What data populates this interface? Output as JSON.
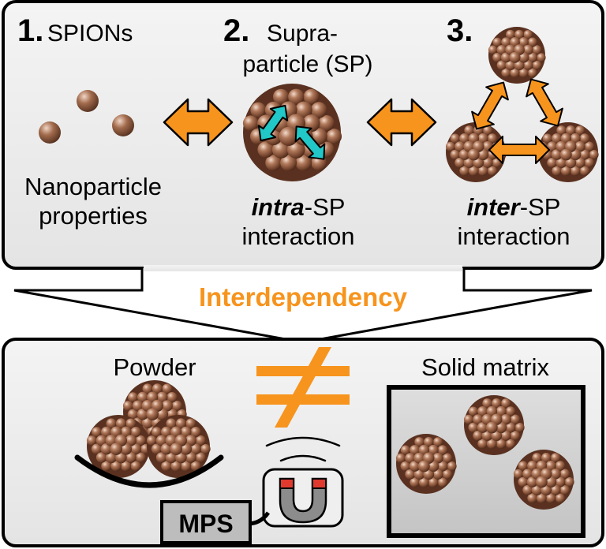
{
  "colors": {
    "panel_fill": "#eeeeee",
    "panel_stroke": "#000000",
    "arrow_orange": "#f7941d",
    "arrow_cyan": "#22c7c7",
    "particle_brown": "#8a5338",
    "particle_light": "#d9b19a",
    "matrix_fill": "#cfcfcf",
    "magnet_red": "#e03a2f",
    "magnet_gray": "#8c8c8c",
    "interdependency_text": "#f7941d"
  },
  "top_panel": {
    "step1": {
      "number": "1.",
      "title": "SPIONs",
      "caption_line1": "Nanoparticle",
      "caption_line2": "properties"
    },
    "step2": {
      "number": "2.",
      "title_line1": "Supra-",
      "title_line2": "particle (SP)",
      "caption_bold": "intra",
      "caption_rest": "-SP",
      "caption_line2": "interaction"
    },
    "step3": {
      "number": "3.",
      "caption_bold": "inter",
      "caption_rest": "-SP",
      "caption_line2": "interaction"
    }
  },
  "middle": {
    "label": "Interdependency"
  },
  "bottom_panel": {
    "powder_label": "Powder",
    "not_equal_symbol": "≠",
    "solid_label": "Solid matrix",
    "device_label": "MPS"
  },
  "icons": [
    "double-arrow-icon",
    "magnet-icon",
    "not-equal-icon",
    "supraparticle-icon"
  ]
}
